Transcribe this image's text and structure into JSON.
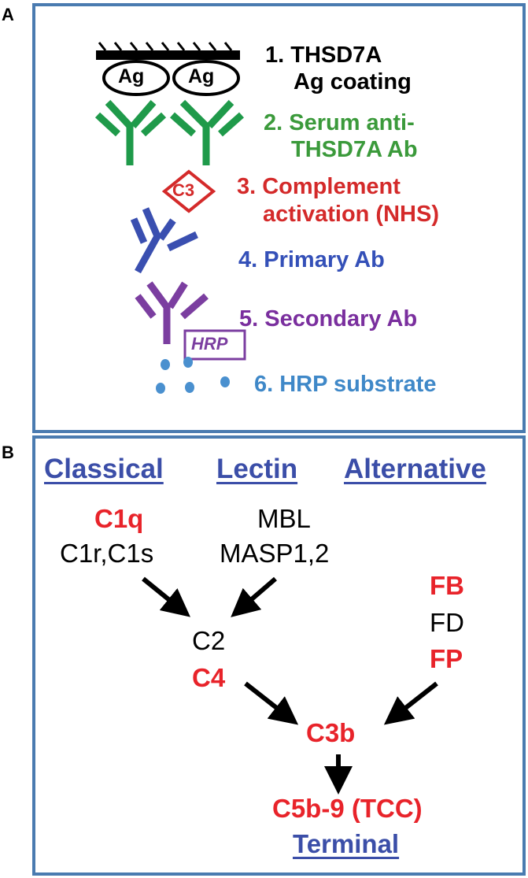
{
  "panel_a": {
    "letter": "A",
    "ag_label": "Ag",
    "c3_label": "C3",
    "hrp_label": "HRP",
    "steps": [
      {
        "line1": "1. THSD7A",
        "line2": "Ag coating",
        "color": "#000000"
      },
      {
        "line1": "2. Serum anti-",
        "line2": "THSD7A Ab",
        "color": "#3b9a3b"
      },
      {
        "line1": "3. Complement",
        "line2": "activation (NHS)",
        "color": "#d42a2a"
      },
      {
        "line1": "4. Primary Ab",
        "color": "#3450b8"
      },
      {
        "line1": "5. Secondary Ab",
        "color": "#7a2f9e"
      },
      {
        "line1": "6. HRP substrate",
        "color": "#3f88c8"
      }
    ]
  },
  "panel_b": {
    "letter": "B",
    "headers": {
      "classical": "Classical",
      "lectin": "Lectin",
      "alternative": "Alternative",
      "terminal": "Terminal"
    },
    "classical": {
      "c1q": "C1q",
      "c1r_c1s": "C1r,C1s"
    },
    "lectin": {
      "mbl": "MBL",
      "masp": "MASP1,2"
    },
    "alternative": {
      "fb": "FB",
      "fd": "FD",
      "fp": "FP"
    },
    "convergence": {
      "c2": "C2",
      "c4": "C4",
      "c3b": "C3b",
      "tcc": "C5b-9 (TCC)"
    }
  },
  "colors": {
    "border": "#4a7bb0",
    "header": "#3b4ea8",
    "highlight": "#e8232a"
  }
}
